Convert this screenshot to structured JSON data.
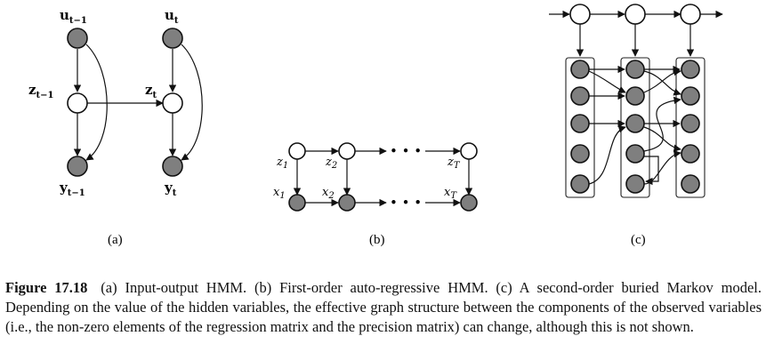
{
  "panels": {
    "a": {
      "label": "(a)",
      "nodes": {
        "u_prev": {
          "base": "u",
          "sub": "t−1"
        },
        "u_cur": {
          "base": "u",
          "sub": "t"
        },
        "z_prev": {
          "base": "z",
          "sub": "t−1"
        },
        "z_cur": {
          "base": "z",
          "sub": "t"
        },
        "y_prev": {
          "base": "y",
          "sub": "t−1"
        },
        "y_cur": {
          "base": "y",
          "sub": "t"
        }
      }
    },
    "b": {
      "label": "(b)",
      "nodes": {
        "z1": {
          "base": "z",
          "sub": "1"
        },
        "z2": {
          "base": "z",
          "sub": "2"
        },
        "zT": {
          "base": "z",
          "sub": "T"
        },
        "x1": {
          "base": "x",
          "sub": "1"
        },
        "x2": {
          "base": "x",
          "sub": "2"
        },
        "xT": {
          "base": "x",
          "sub": "T"
        }
      },
      "ellipsis": "• • •"
    },
    "c": {
      "label": "(c)"
    }
  },
  "caption": {
    "figure_label": "Figure 17.18",
    "text": "(a) Input-output HMM. (b) First-order auto-regressive HMM. (c) A second-order buried Markov model. Depending on the value of the hidden variables, the effective graph structure between the components of the observed variables (i.e., the non-zero elements of the regression matrix and the precision matrix) can change, although this is not shown."
  },
  "colors": {
    "observed_node": "#7f7f7f",
    "hidden_node": "#ffffff",
    "stroke": "#111111"
  }
}
